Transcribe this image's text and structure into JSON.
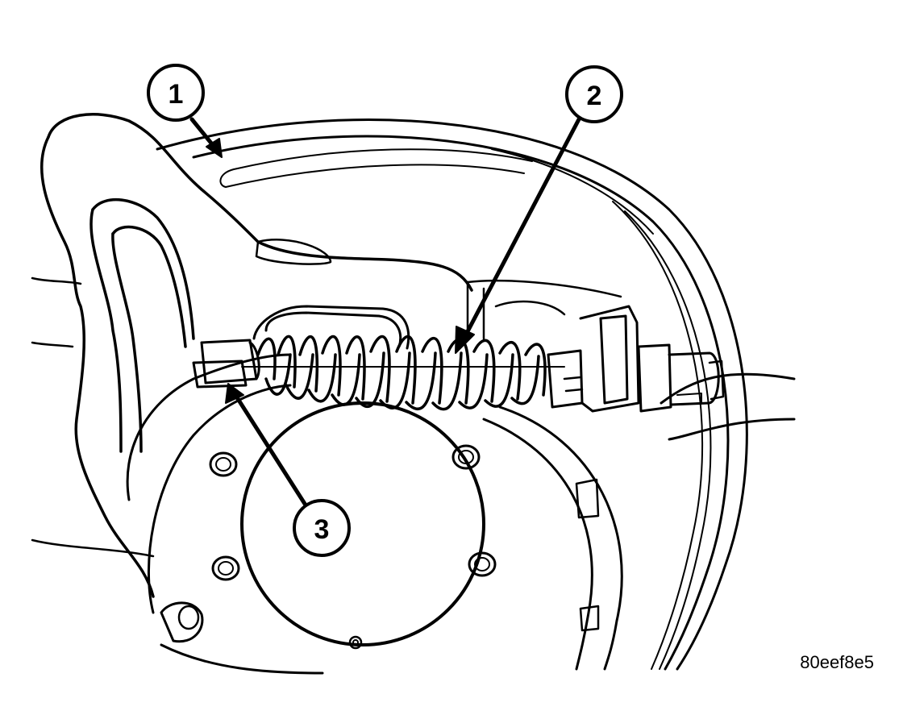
{
  "figure": {
    "id_label": "80eef8e5"
  },
  "callouts": [
    {
      "number": "1"
    },
    {
      "number": "2"
    },
    {
      "number": "3"
    }
  ],
  "colors": {
    "ink": "#000000",
    "paper": "#ffffff"
  }
}
